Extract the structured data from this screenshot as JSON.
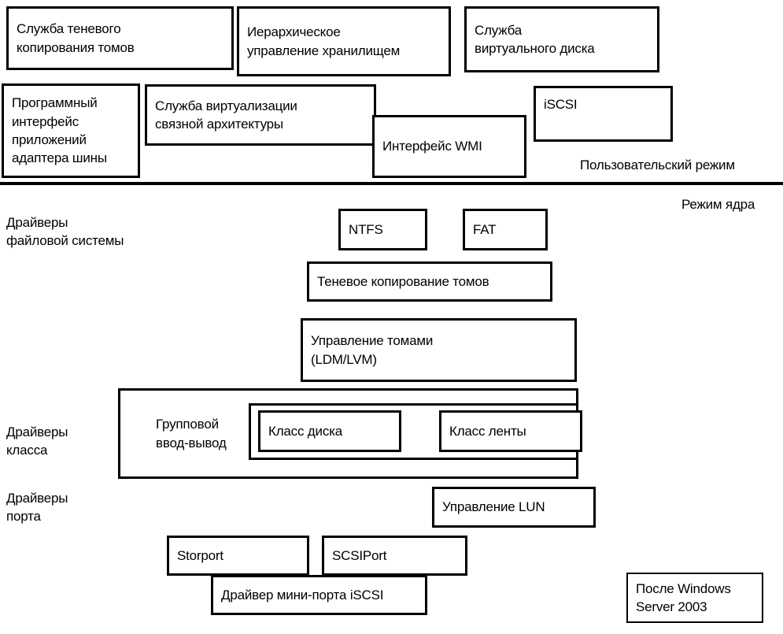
{
  "diagram": {
    "title": "Windows storage driver stack (Russian)",
    "mode_labels": {
      "user_mode": "Пользовательский режим",
      "kernel_mode": "Режим ядра"
    },
    "side_labels": {
      "file_system_drivers": "Драйверы\nфайловой системы",
      "class_drivers": "Драйверы\nкласса",
      "port_drivers": "Драйверы\nпорта"
    },
    "user_mode_boxes": {
      "volume_shadow_copy_service": "Служба теневого\nкопирования томов",
      "hierarchical_storage_management": "Иерархическое\nуправление хранилищем",
      "virtual_disk_service": "Служба\nвиртуального диска",
      "bus_adapter_api": "Программный\nинтерфейс\nприложений\nадаптера шины",
      "connection_virtualization_service": "Служба виртуализации\nсвязной архитектуры",
      "wmi_interface": "Интерфейс WMI",
      "iscsi": "iSCSI"
    },
    "kernel_mode_boxes": {
      "ntfs": "NTFS",
      "fat": "FAT",
      "volume_shadow_copy": "Теневое копирование томов",
      "volume_management": "Управление томами\n(LDM/LVM)",
      "group_io": "Групповой\nввод-вывод",
      "disk_class": "Класс диска",
      "tape_class": "Класс ленты",
      "lun_management": "Управление LUN",
      "storport": "Storport",
      "scsiport": "SCSIPort",
      "iscsi_miniport_driver": "Драйвер мини-порта iSCSI"
    },
    "footnote": {
      "after_windows_server": "После Windows\nServer 2003"
    }
  }
}
